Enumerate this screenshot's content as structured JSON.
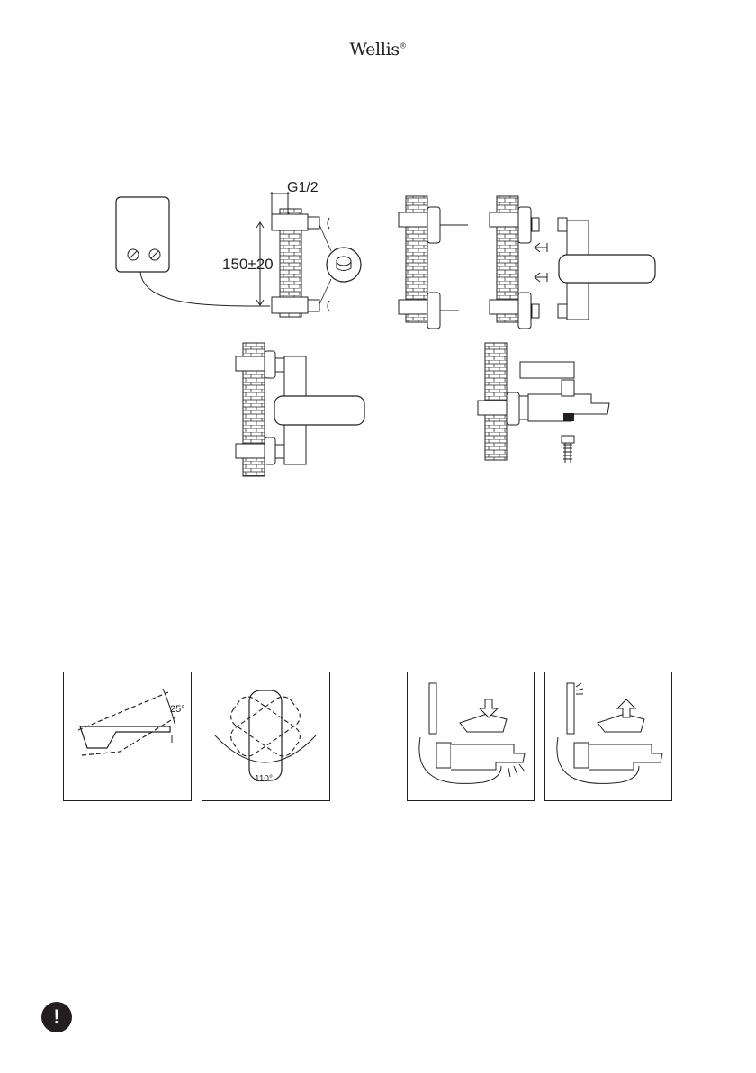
{
  "header": {
    "brand": "Wellis",
    "brand_mark": "®"
  },
  "installation": {
    "thread_label": "G1/2",
    "spacing_label": "150±20"
  },
  "operation": {
    "tilt_angle_label": "25°",
    "rotation_angle_label": "110°"
  },
  "icons": {
    "warning": "exclamation-icon"
  },
  "footer": {
    "warning_symbol": "!"
  }
}
